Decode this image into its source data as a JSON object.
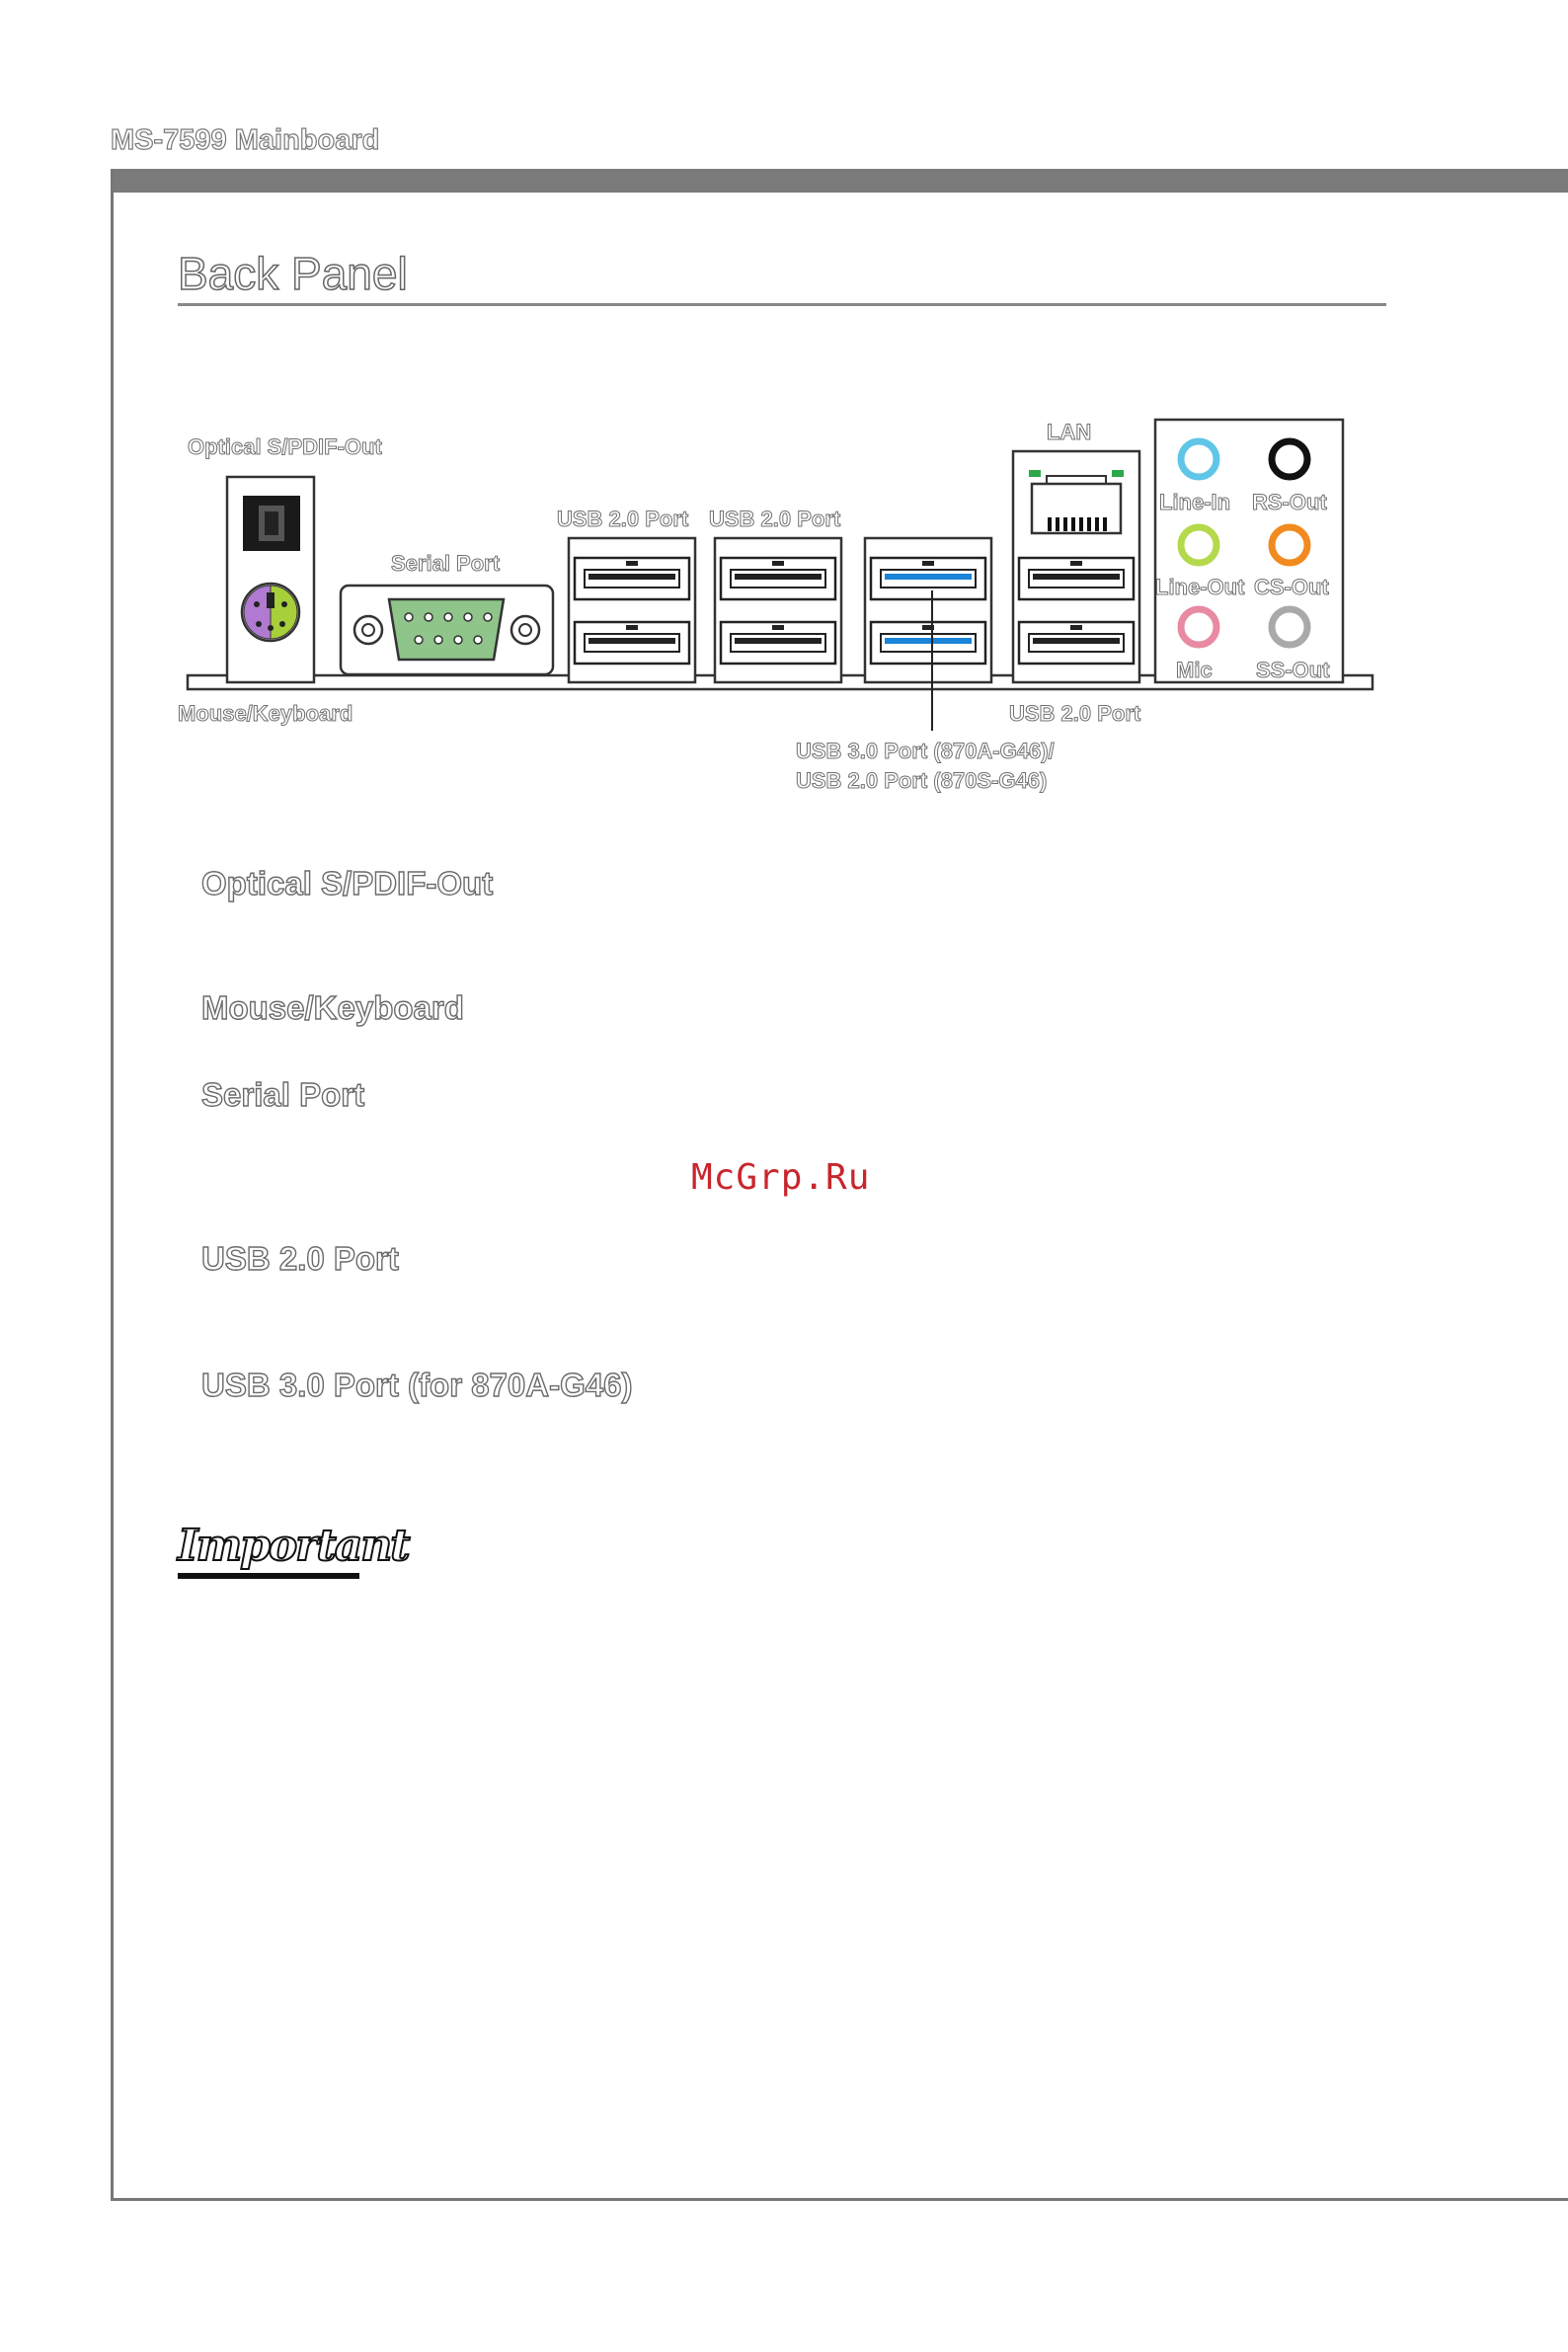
{
  "header": {
    "title": "MS-7599 Mainboard"
  },
  "page_title": "Back Panel",
  "diagram": {
    "labels": {
      "spdif": "Optical S/PDIF-Out",
      "mouse_keyboard": "Mouse/Keyboard",
      "serial": "Serial Port",
      "usb20_a": "USB 2.0 Port",
      "usb20_b": "USB 2.0 Port",
      "lan": "LAN",
      "usb20_c": "USB 2.0 Port",
      "usb30_line1": "USB 3.0 Port (870A-G46)/",
      "usb30_line2": "USB 2.0 Port (870S-G46)",
      "line_in": "Line-In",
      "rs_out": "RS-Out",
      "line_out": "Line-Out",
      "cs_out": "CS-Out",
      "mic": "Mic",
      "ss_out": "SS-Out"
    },
    "colors": {
      "ps2_mouse": "#b07ad0",
      "ps2_keyboard": "#a6cf3a",
      "serial": "#8fc48a",
      "usb3": "#1a84d8",
      "line_in": "#5fc6e8",
      "rs_out": "#111111",
      "line_out": "#b4d94b",
      "cs_out": "#f18a1f",
      "mic": "#e88aa1",
      "ss_out": "#a9a9a9",
      "lan_led": "#2ba84a"
    }
  },
  "sections": [
    {
      "heading": "Optical S/PDIF-Out"
    },
    {
      "heading": "Mouse/Keyboard"
    },
    {
      "heading": "Serial Port"
    },
    {
      "heading": "USB 2.0 Port"
    },
    {
      "heading": "USB 3.0 Port (for 870A-G46)"
    }
  ],
  "watermark": "McGrp.Ru",
  "important_label": "Important"
}
